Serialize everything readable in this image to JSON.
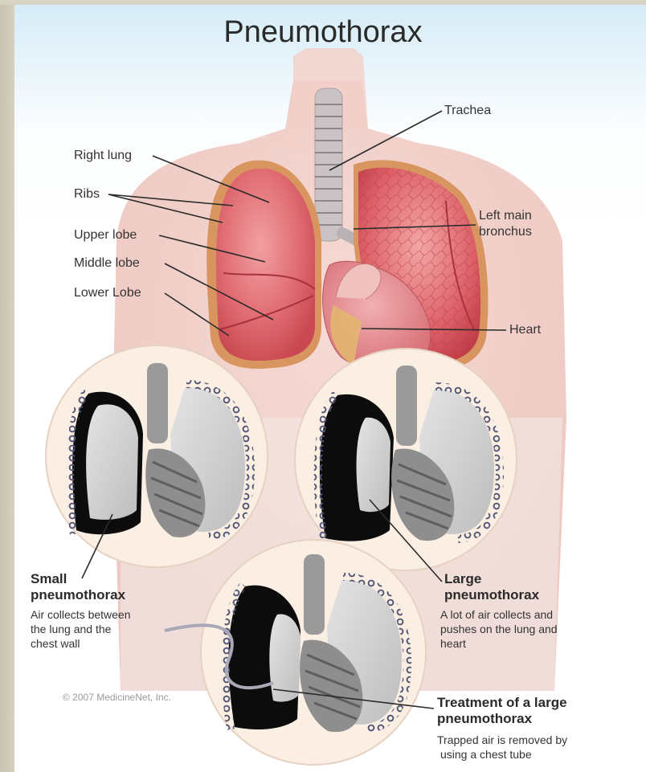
{
  "title": "Pneumothorax",
  "labels": {
    "trachea": "Trachea",
    "right_lung": "Right lung",
    "ribs": "Ribs",
    "upper_lobe": "Upper lobe",
    "middle_lobe": "Middle lobe",
    "lower_lobe": "Lower Lobe",
    "left_main_bronchus_line1": "Left main",
    "left_main_bronchus_line2": "bronchus",
    "heart": "Heart"
  },
  "panels": {
    "small": {
      "heading_line1": "Small",
      "heading_line2": "pneumothorax",
      "desc_line1": "Air collects between",
      "desc_line2": "the lung and the",
      "desc_line3": "chest wall"
    },
    "large": {
      "heading_line1": "Large",
      "heading_line2": "pneumothorax",
      "desc_line1": "A lot of air collects  and",
      "desc_line2": "pushes on the lung and",
      "desc_line3": "heart"
    },
    "treatment": {
      "heading_line1": "Treatment of a large",
      "heading_line2": "pneumothorax",
      "desc_line1": "Trapped air is removed by",
      "desc_line2": "using a chest tube"
    }
  },
  "copyright": "© 2007 MedicineNet, Inc.",
  "colors": {
    "lung_tissue": "#d9535e",
    "rib_edge": "#d79a63",
    "circle_bg": "#fbeee2",
    "air_black": "#0c0c0c",
    "collapsed_lung": "#d4d4d4"
  }
}
